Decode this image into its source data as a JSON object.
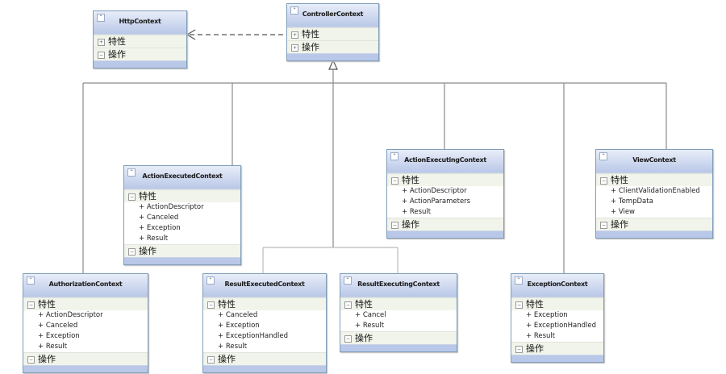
{
  "diagram": {
    "section_labels": {
      "properties": "特性",
      "operations": "操作"
    },
    "classes": [
      {
        "id": "http",
        "name": "HttpContext",
        "properties": [],
        "props_expanded": false
      },
      {
        "id": "controller",
        "name": "ControllerContext",
        "properties": [],
        "props_expanded": false
      },
      {
        "id": "actionExecuted",
        "name": "ActionExecutedContext",
        "properties": [
          "+ ActionDescriptor",
          "+ Canceled",
          "+ Exception",
          "+ Result"
        ]
      },
      {
        "id": "actionExecuting",
        "name": "ActionExecutingContext",
        "properties": [
          "+ ActionDescriptor",
          "+ ActionParameters",
          "+ Result"
        ]
      },
      {
        "id": "view",
        "name": "ViewContext",
        "properties": [
          "+ ClientValidationEnabled",
          "+ TempData",
          "+ View"
        ]
      },
      {
        "id": "authorization",
        "name": "AuthorizationContext",
        "properties": [
          "+ ActionDescriptor",
          "+ Canceled",
          "+ Exception",
          "+ Result"
        ]
      },
      {
        "id": "resultExecuted",
        "name": "ResultExecutedContext",
        "properties": [
          "+ Canceled",
          "+ Exception",
          "+ ExceptionHandled",
          "+ Result"
        ]
      },
      {
        "id": "resultExecuting",
        "name": "ResultExecutingContext",
        "properties": [
          "+ Cancel",
          "+ Result"
        ]
      },
      {
        "id": "exception",
        "name": "ExceptionContext",
        "properties": [
          "+ Exception",
          "+ ExceptionHandled",
          "+ Result"
        ]
      }
    ],
    "relations": [
      {
        "type": "dependency",
        "from": "controller",
        "to": "http"
      },
      {
        "type": "inheritance",
        "parent": "controller",
        "children": [
          "actionExecuted",
          "actionExecuting",
          "view",
          "authorization",
          "resultExecuted",
          "resultExecuting",
          "exception"
        ]
      }
    ],
    "colors": {
      "header": "#b9c8e8",
      "border": "#7f9db9",
      "line": "#808080"
    }
  }
}
